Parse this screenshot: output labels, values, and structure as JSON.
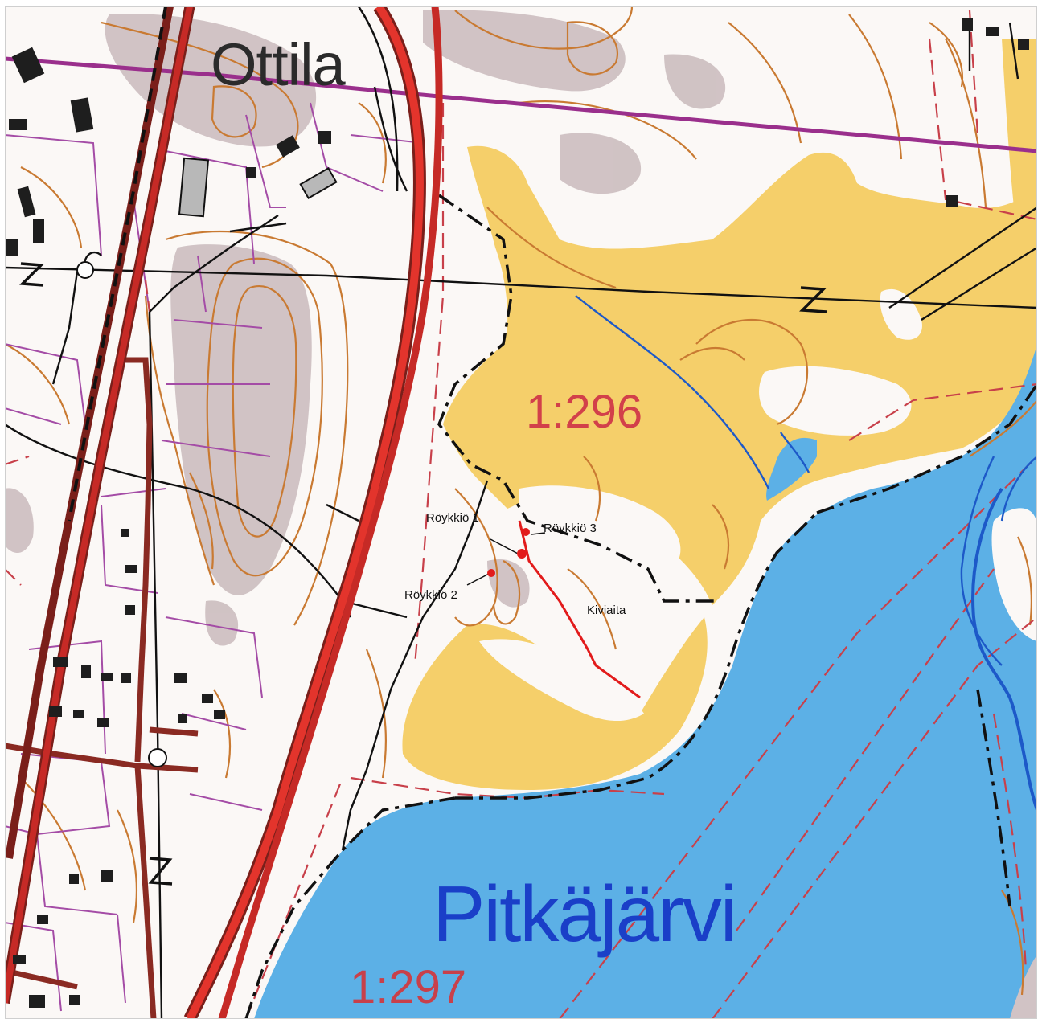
{
  "map": {
    "place_name": "Ottila",
    "lake_name": "Pitkäjärvi",
    "parcels": [
      "1:296",
      "1:297"
    ],
    "features": {
      "roykkio_1": "Röykkiö 1",
      "roykkio_2": "Röykkiö 2",
      "roykkio_3": "Röykkiö 3",
      "kiviaita": "Kiviaita"
    }
  },
  "colors": {
    "water": "#5cb0e6",
    "field": "#f5cf6a",
    "rock": "#c6b6b8",
    "contour": "#c97a32",
    "road_red": "#c62a26",
    "road_dark": "#8a2a22",
    "boundary_purple": "#9a2f8c",
    "property_purple": "#a44ca6",
    "marker_red": "#e21b1b",
    "stream_blue": "#1d59c8",
    "lake_label": "#1a3fc8",
    "parcel_label": "#d2404a"
  }
}
